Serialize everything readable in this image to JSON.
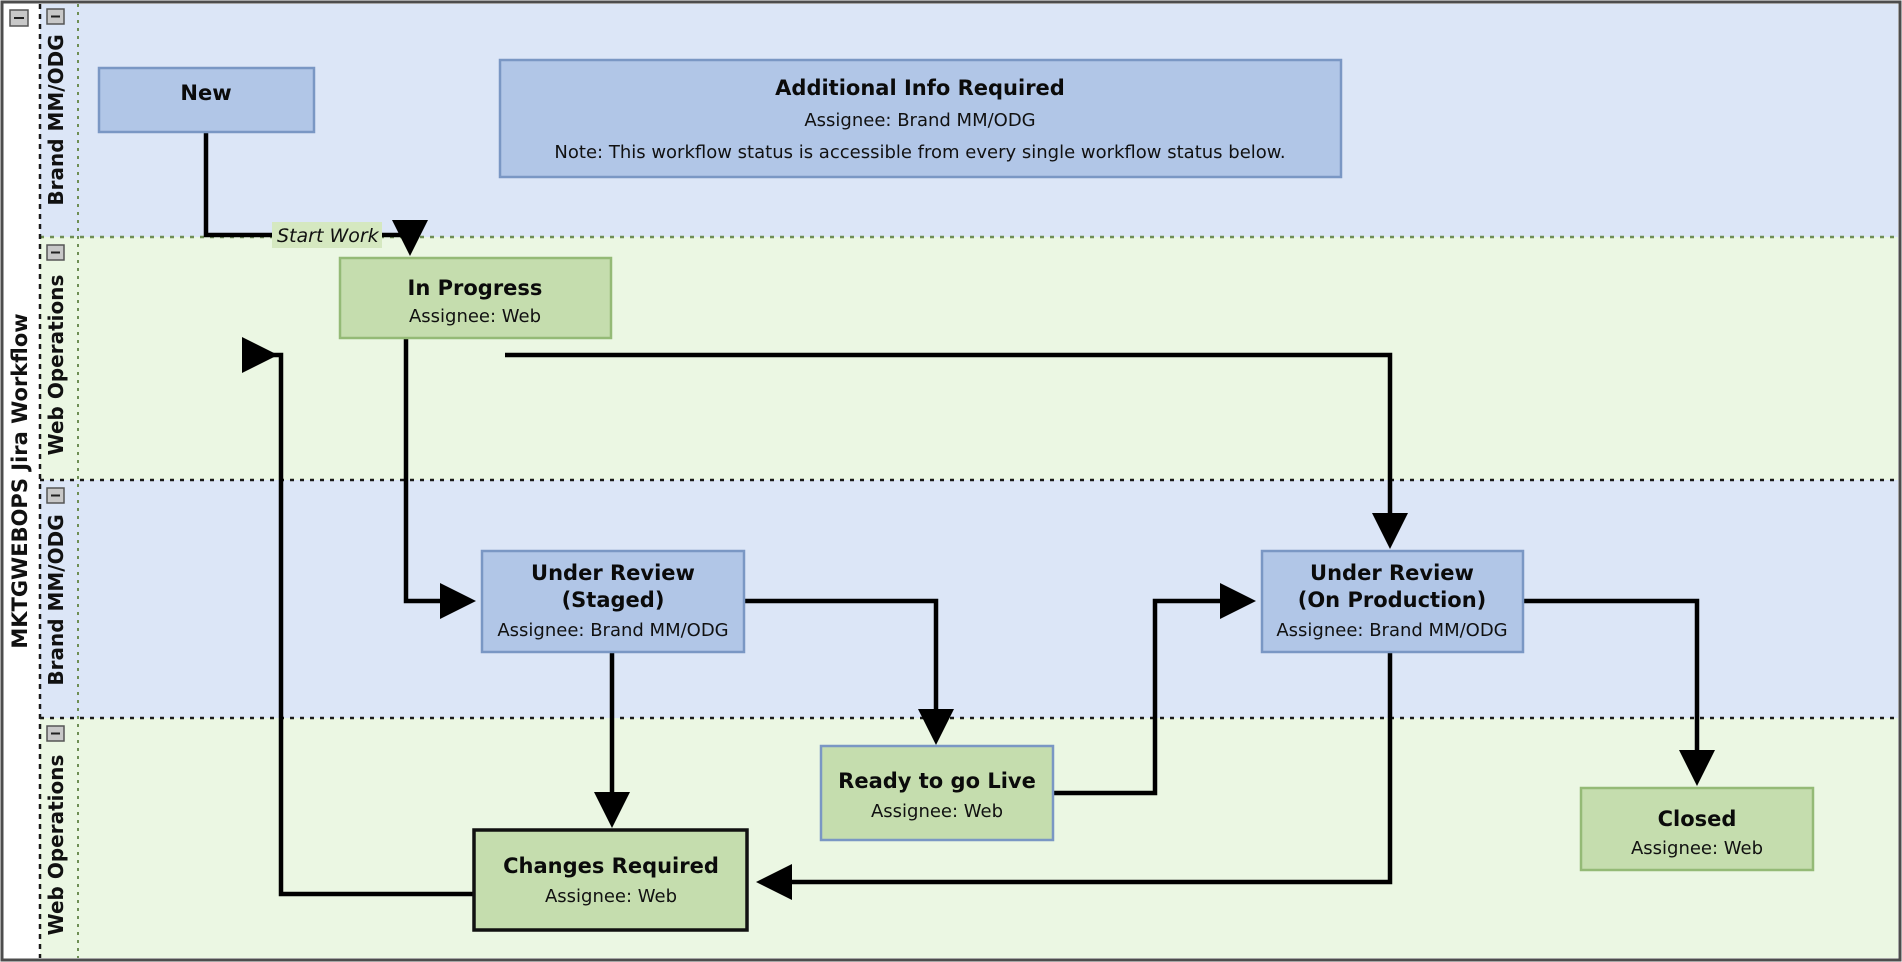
{
  "pool": {
    "title": "MKTGWEBOPS Jira Workflow",
    "collapse_icon": "minus-box-icon"
  },
  "lanes": [
    {
      "id": "lane-brand-1",
      "label": "Brand MM/ODG",
      "fill": "#dce6f7",
      "collapse_icon": "minus-box-icon"
    },
    {
      "id": "lane-web-1",
      "label": "Web Operations",
      "fill": "#ebf7e3",
      "collapse_icon": "minus-box-icon"
    },
    {
      "id": "lane-brand-2",
      "label": "Brand MM/ODG",
      "fill": "#dce6f7",
      "collapse_icon": "minus-box-icon"
    },
    {
      "id": "lane-web-2",
      "label": "Web Operations",
      "fill": "#ebf7e3",
      "collapse_icon": "minus-box-icon"
    }
  ],
  "nodes": {
    "new": {
      "title": "New",
      "assignee": "",
      "note": ""
    },
    "additional_info": {
      "title": "Additional Info Required",
      "assignee": "Assignee: Brand MM/ODG",
      "note": "Note: This workflow status is accessible from every single workflow status below."
    },
    "in_progress": {
      "title": "In Progress",
      "assignee": "Assignee: Web",
      "note": ""
    },
    "under_review_staged": {
      "title_line1": "Under Review",
      "title_line2": "(Staged)",
      "assignee": "Assignee: Brand MM/ODG",
      "note": ""
    },
    "under_review_production": {
      "title_line1": "Under Review",
      "title_line2": "(On Production)",
      "assignee": "Assignee: Brand MM/ODG",
      "note": ""
    },
    "ready_to_go_live": {
      "title": "Ready to go Live",
      "assignee": "Assignee: Web",
      "note": ""
    },
    "changes_required": {
      "title": "Changes Required",
      "assignee": "Assignee: Web",
      "note": ""
    },
    "closed": {
      "title": "Closed",
      "assignee": "Assignee: Web",
      "note": ""
    }
  },
  "edges": [
    {
      "id": "edge-new-to-in-progress",
      "from": "New",
      "to": "In Progress",
      "label": "Start Work"
    },
    {
      "id": "edge-in-progress-to-staged",
      "from": "In Progress",
      "to": "Under Review (Staged)",
      "label": ""
    },
    {
      "id": "edge-in-progress-to-production",
      "from": "In Progress",
      "to": "Under Review (On Production)",
      "label": ""
    },
    {
      "id": "edge-staged-to-ready",
      "from": "Under Review (Staged)",
      "to": "Ready to go Live",
      "label": ""
    },
    {
      "id": "edge-staged-to-changes",
      "from": "Under Review (Staged)",
      "to": "Changes Required",
      "label": ""
    },
    {
      "id": "edge-ready-to-production",
      "from": "Ready to go Live",
      "to": "Under Review (On Production)",
      "label": ""
    },
    {
      "id": "edge-production-to-changes",
      "from": "Under Review (On Production)",
      "to": "Changes Required",
      "label": ""
    },
    {
      "id": "edge-production-to-closed",
      "from": "Under Review (On Production)",
      "to": "Closed",
      "label": ""
    },
    {
      "id": "edge-changes-to-in-progress",
      "from": "Changes Required",
      "to": "In Progress",
      "label": ""
    }
  ],
  "colors": {
    "brand_lane_fill": "#dce6f7",
    "web_lane_fill": "#ebf7e3",
    "blue_node_fill": "#b1c6e7",
    "blue_node_stroke": "#7a97c4",
    "green_node_fill": "#c5ddae",
    "green_node_stroke": "#94ba76",
    "edge_stroke": "#000000",
    "edge_label_fill": "#d5e8c0",
    "pool_border": "#4d4d4d"
  }
}
